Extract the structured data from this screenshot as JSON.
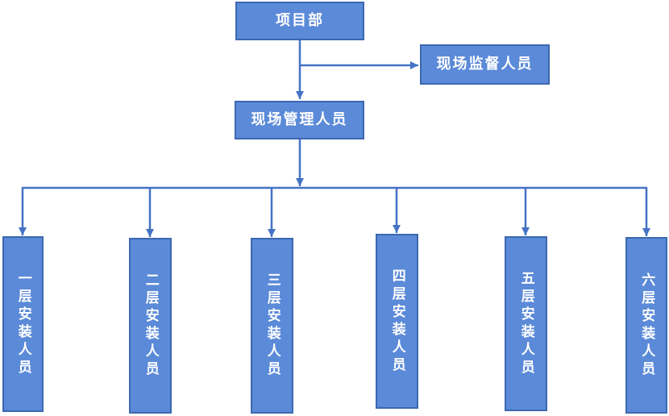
{
  "colors": {
    "background": "#ffffff",
    "box_fill": "#5b8ad8",
    "box_border": "#3c68b0",
    "box_text": "#ffffff",
    "connector": "#4472c4"
  },
  "org_chart": {
    "root": {
      "label": "项目部"
    },
    "supervisor": {
      "label": "现场监督人员"
    },
    "manager": {
      "label": "现场管理人员"
    },
    "floor_teams": [
      {
        "label": "一层安装人员"
      },
      {
        "label": "二层安装人员"
      },
      {
        "label": "三层安装人员"
      },
      {
        "label": "四层安装人员"
      },
      {
        "label": "五层安装人员"
      },
      {
        "label": "六层安装人员"
      }
    ]
  }
}
